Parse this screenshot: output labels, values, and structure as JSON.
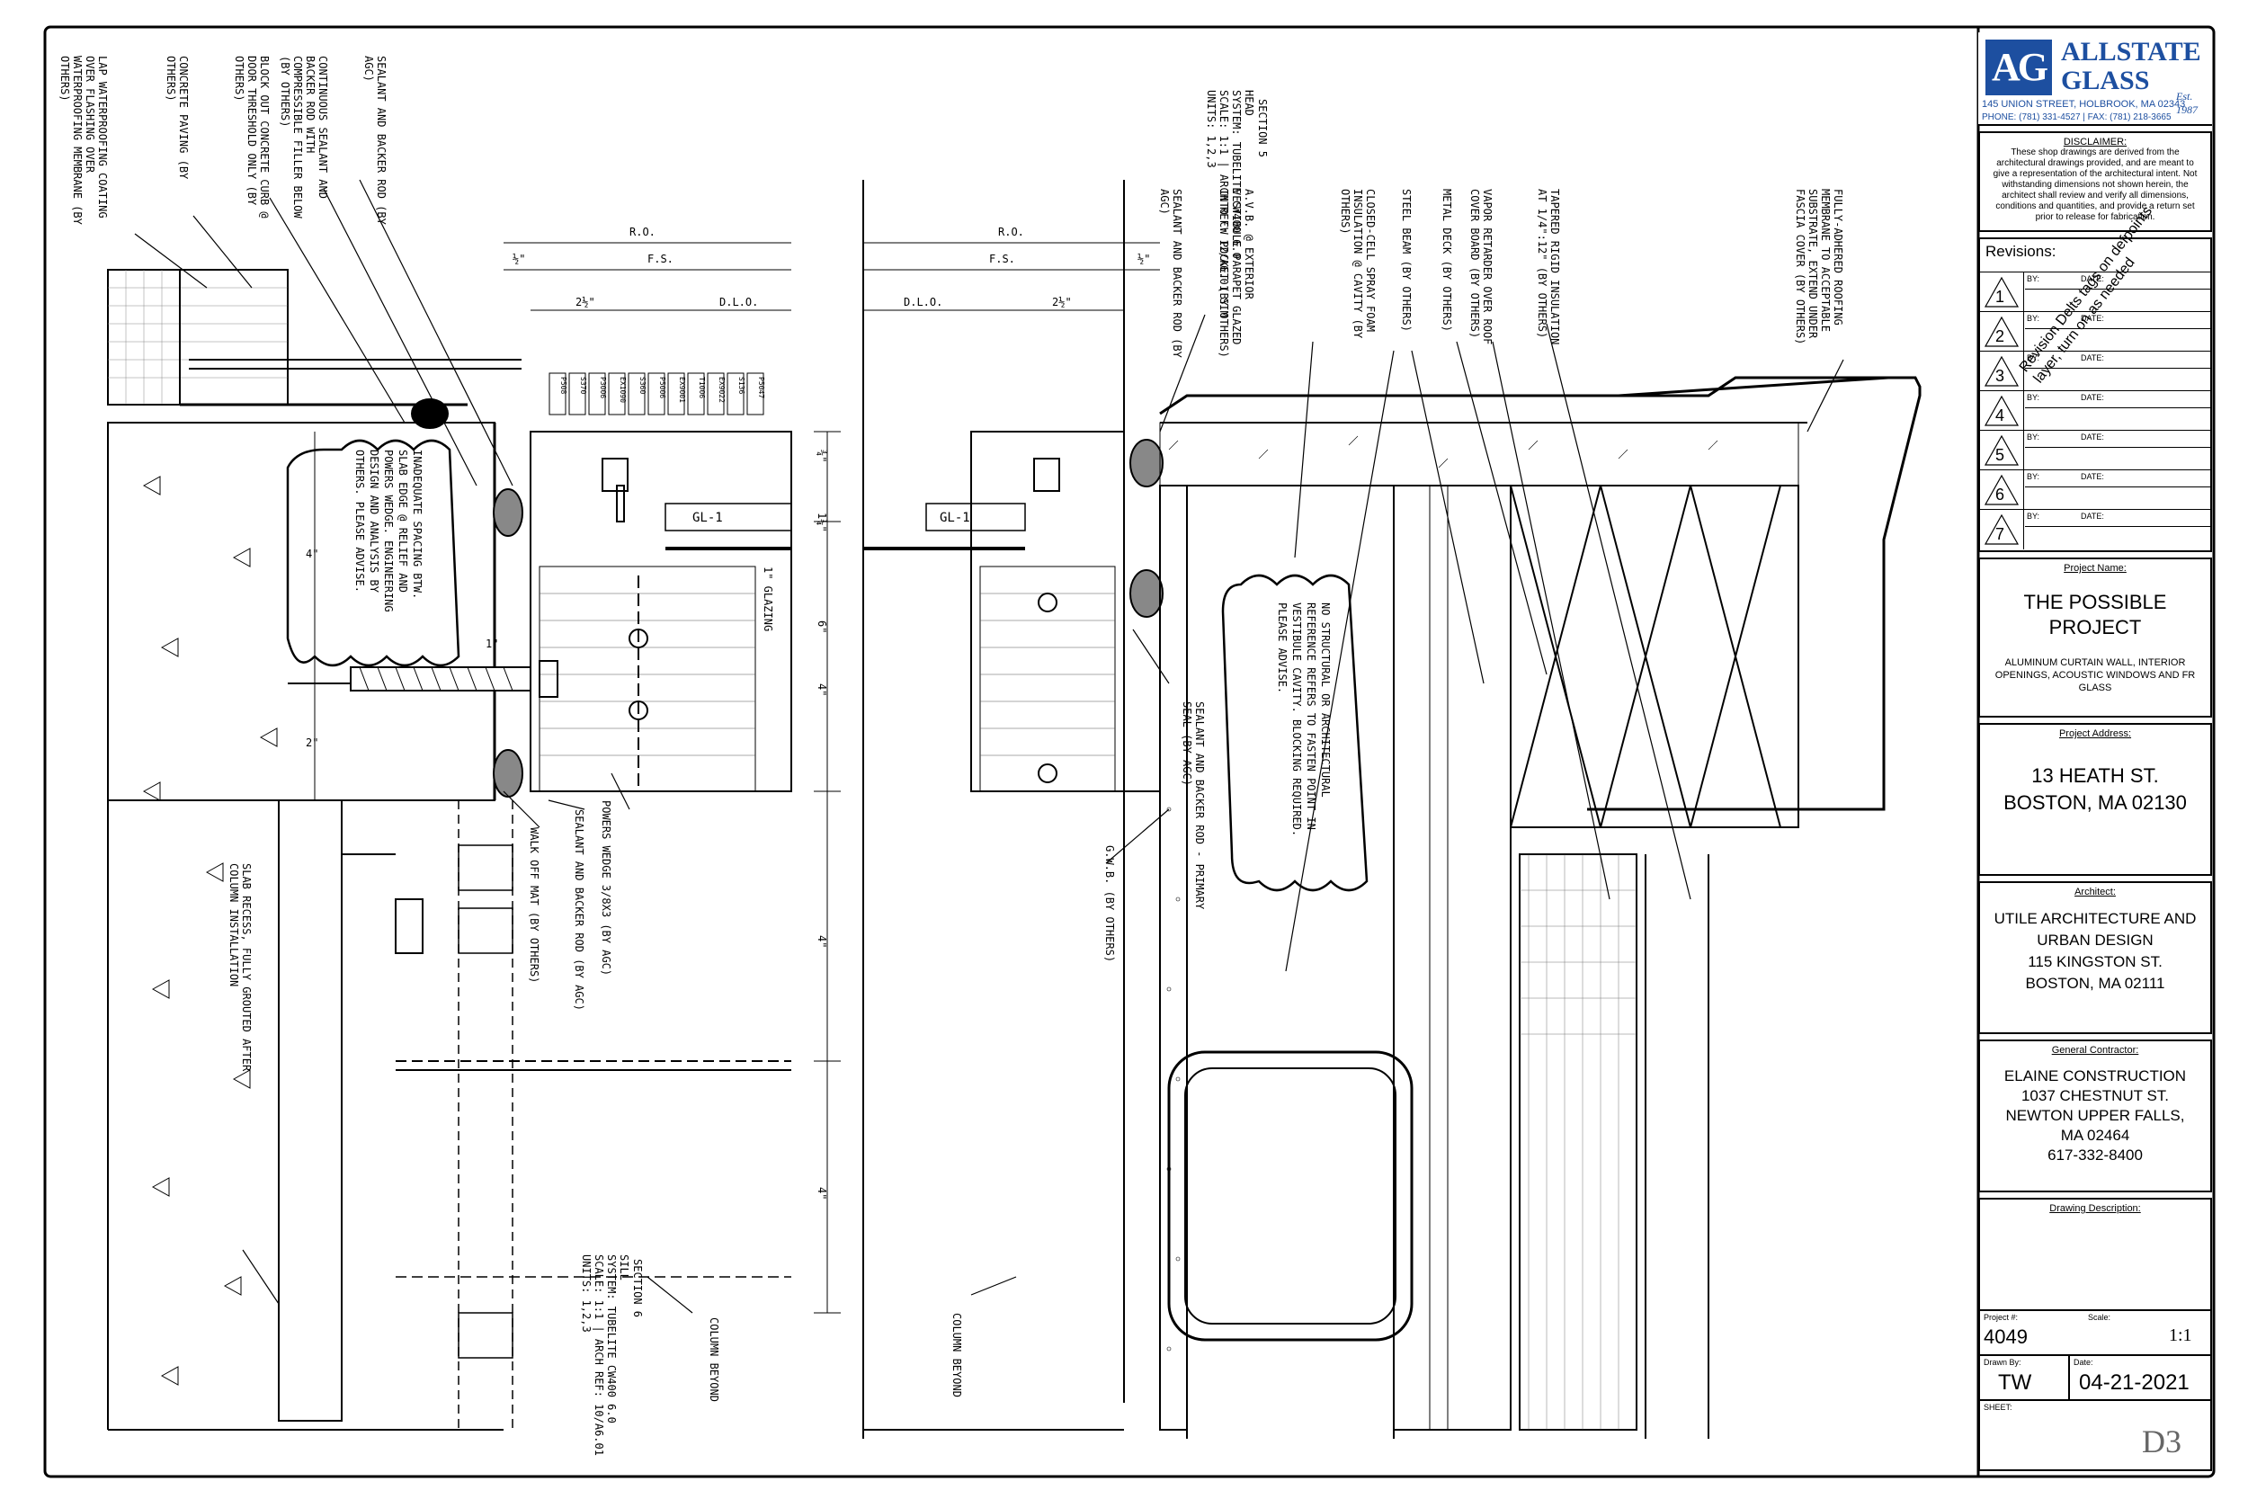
{
  "company": {
    "logo_letters": "AG",
    "name_line1": "ALLSTATE",
    "name_line2": "GLASS",
    "est": "Est. 1987",
    "address": "145 UNION STREET, HOLBROOK, MA 02343",
    "phone": "PHONE: (781) 331-4527",
    "fax": "FAX: (781) 218-3665"
  },
  "disclaimer": {
    "title": "DISCLAIMER:",
    "text": "These shop drawings are derived from the architectural drawings provided, and are meant to give a representation of the architectural intent. Not withstanding dimensions not shown herein, the architect shall review and verify all dimensions, conditions and quantities, and provide a return set prior to release for fabrication."
  },
  "revisions": {
    "title": "Revisions:",
    "by_label": "BY:",
    "date_label": "DATE:",
    "rows": [
      "1",
      "2",
      "3",
      "4",
      "5",
      "6",
      "7"
    ],
    "overlay_note": "Revision Delts tags on defpoints layer, turn on as needed"
  },
  "project_name": {
    "label": "Project Name:",
    "line1": "THE POSSIBLE",
    "line2": "PROJECT",
    "scope": "ALUMINUM CURTAIN WALL, INTERIOR OPENINGS, ACOUSTIC WINDOWS AND FR GLASS"
  },
  "project_address": {
    "label": "Project Address:",
    "line1": "13 HEATH ST.",
    "line2": "BOSTON, MA 02130"
  },
  "architect": {
    "label": "Architect:",
    "line1": "UTILE ARCHITECTURE AND",
    "line2": "URBAN DESIGN",
    "line3": "115 KINGSTON ST.",
    "line4": "BOSTON, MA 02111"
  },
  "general_contractor": {
    "label": "General Contractor:",
    "line1": "ELAINE CONSTRUCTION",
    "line2": "1037 CHESTNUT ST.",
    "line3": "NEWTON UPPER FALLS,",
    "line4": "MA 02464",
    "line5": "617-332-8400"
  },
  "drawing_description": {
    "label": "Drawing Description:"
  },
  "meta": {
    "project_no_label": "Project #:",
    "project_no": "4049",
    "scale_label": "Scale:",
    "scale": "1:1",
    "drawn_by_label": "Drawn By:",
    "drawn_by": "TW",
    "date_label": "Date:",
    "date": "04-21-2021",
    "sheet_label": "SHEET:",
    "sheet": "D3"
  },
  "drawing": {
    "head_section": {
      "title": "SECTION",
      "num": "5",
      "line1": "HEAD",
      "line2": "SYSTEM: TUBELITE CW400 6.0",
      "line3": "SCALE: 1:1 | ARCH REF: 12/A6.01 SIM",
      "line4": "UNITS: 1,2,3"
    },
    "sill_section": {
      "title": "SECTION",
      "num": "6",
      "line1": "SILL",
      "line2": "SYSTEM: TUBELITE CW400 6.0",
      "line3": "SCALE: 1:1 | ARCH REF: 10/A6.01",
      "line4": "UNITS: 1,2,3"
    },
    "dims": {
      "ro": "R.O.",
      "fs": "F.S.",
      "dlo": "D.L.O.",
      "half": "½\"",
      "two_half": "2½\"",
      "one_glazing": "1\" GLAZING",
      "six": "6\"",
      "four": "4\"",
      "two": "2\"",
      "one": "1\"",
      "three_q": "¾\"",
      "one_q": "1¼\""
    },
    "gl_tag": "GL-1",
    "labels_left": [
      "LAP WATERPROOFING COATING OVER FLASHING OVER WATERPROOFING MEMBRANE (BY OTHERS)",
      "CONCRETE PAVING (BY OTHERS)",
      "BLOCK OUT CONCRETE CURB @ DOOR THRESHOLD ONLY (BY OTHERS)",
      "CONTINUOUS SEALANT AND BACKER ROD WITH COMPRESSIBLE FILLER BELOW (BY OTHERS)",
      "SEALANT AND BACKER ROD (BY AGC)"
    ],
    "labels_right": [
      "SEALANT AND BACKER ROD (BY AGC)",
      "A.V.B. @ EXTERIOR VESTIBULE PARAPET GLAZED INTO CW POCKET (BY OTHERS)",
      "CLOSED-CELL SPRAY FOAM INSULATION @ CAVITY (BY OTHERS)",
      "STEEL BEAM (BY OTHERS)",
      "METAL DECK (BY OTHERS)",
      "VAPOR RETARDER OVER ROOF COVER BOARD (BY OTHERS)",
      "TAPERED RIGID INSULATION AT 1/4\":12\" (BY OTHERS)",
      "FULLY-ADHERED ROOFING MEMBRANE TO ACCEPTABLE SUBSTRATE, EXTEND UNDER FASCIA COVER (BY OTHERS)"
    ],
    "cloud_left": "INADEQUATE SPACING BTW. SLAB EDGE @ RELIEF AND POWERS WEDGE. ENGINEERING DESIGN AND ANALYSIS BY OTHERS. PLEASE ADVISE.",
    "cloud_right": "NO STRUCTURAL OR ARCHITECTURAL REFERENCE REFERS TO FASTEN POINT IN VESTIBULE CAVITY. BLOCKING REQUIRED. PLEASE ADVISE.",
    "bottom_labels": [
      "SLAB RECESS, FULLY GROUTED AFTER COLUMN INSTALLATION",
      "WALK OFF MAT (BY OTHERS)",
      "SEALANT AND BACKER ROD (BY AGC)",
      "POWERS WEDGE 3/8X3 (BY AGC)",
      "COLUMN BEYOND",
      "COLUMN BEYOND",
      "G.W.B. (BY OTHERS)",
      "SEALANT AND BACKER ROD - PRIMARY SEAL (BY AGC)"
    ],
    "part_tags": [
      "P508",
      "S370",
      "P3006",
      "EX1090",
      "S360",
      "P5006",
      "EX9001",
      "T1006",
      "EX9022",
      "S136",
      "P5047"
    ]
  }
}
